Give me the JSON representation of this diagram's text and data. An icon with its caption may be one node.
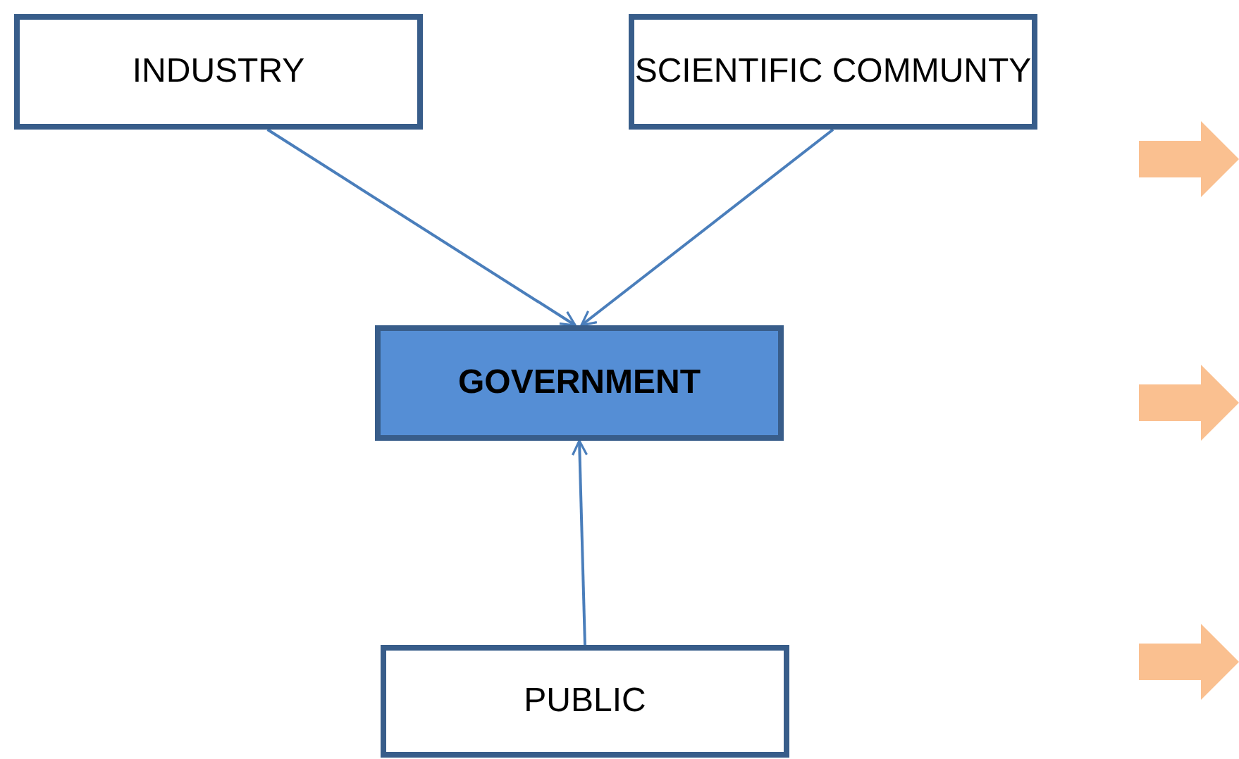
{
  "diagram": {
    "nodes": [
      {
        "text": [
          "INDUSTRY"
        ]
      },
      {
        "text": [
          "SCIENTIFIC COMMUNTY"
        ]
      },
      {
        "text": [
          "GOVERNMENT"
        ]
      },
      {
        "text": [
          "PUBLIC"
        ]
      }
    ],
    "edges": [
      {
        "from": 0,
        "to": 2,
        "arrow": "to"
      },
      {
        "from": 1,
        "to": 2,
        "arrow": "to"
      },
      {
        "from": 3,
        "to": 2,
        "arrow": "to"
      }
    ]
  }
}
